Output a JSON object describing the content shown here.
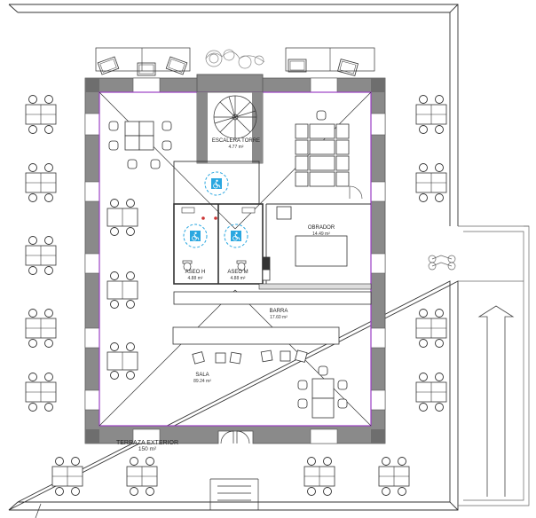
{
  "rooms": [
    {
      "key": "escalera",
      "name": "ESCALERA TORRE",
      "area": "4.77 m²"
    },
    {
      "key": "obrador",
      "name": "OBRADOR",
      "area": "14.49 m²"
    },
    {
      "key": "aseo_h",
      "name": "ASEO H",
      "area": "4.88 m²"
    },
    {
      "key": "aseo_m",
      "name": "ASEO M",
      "area": "4.88 m²"
    },
    {
      "key": "barra",
      "name": "BARRA",
      "area": "17.60 m²"
    },
    {
      "key": "sala",
      "name": "SALA",
      "area": "89.24 m²"
    },
    {
      "key": "terraza",
      "name": "TERRAZA EXTERIOR",
      "area": "150 m²"
    }
  ],
  "symbols": {
    "accessibility": "wheelchair-icon",
    "toilet": "toilet-icon",
    "stair": "spiral-stair-icon",
    "ramp": "ramp-arrow-icon"
  },
  "colors": {
    "wall": "#8a8a8a",
    "wall_dark": "#555555",
    "inner_edge": "#9b3fc4",
    "accessibility": "#2aa7e0",
    "line": "#333333"
  }
}
